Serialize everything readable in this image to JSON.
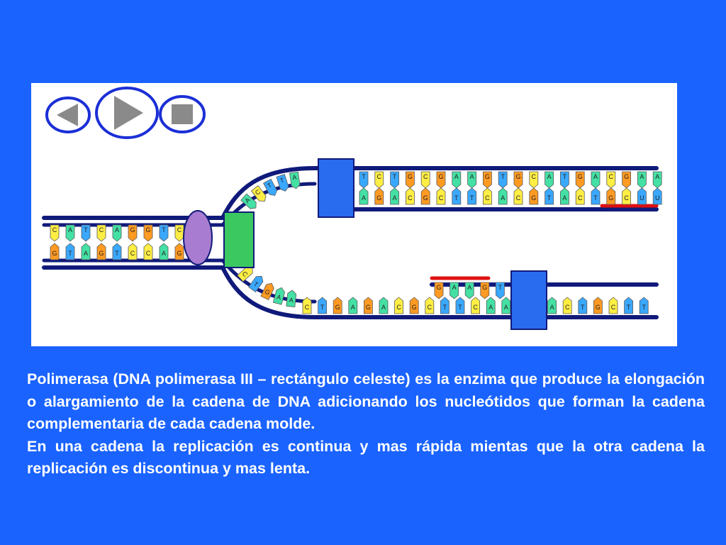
{
  "controls": {
    "icons": [
      "back-icon",
      "play-icon",
      "stop-icon"
    ]
  },
  "colors": {
    "background": "#1a63ff",
    "backbone": "#101a7a",
    "primer": "#e01010",
    "helicase": "#a87cd0",
    "primase": "#3cc860",
    "polymerase": "#2a6cf0",
    "C": "#ffee44",
    "G": "#ff9a22",
    "A": "#44e0a4",
    "T": "#3aa8ff",
    "U": "#3aa8ff"
  },
  "diagram": {
    "parental_top": [
      "C",
      "A",
      "T",
      "C",
      "A",
      "G",
      "G",
      "T",
      "C"
    ],
    "parental_bottom": [
      "G",
      "T",
      "A",
      "G",
      "T",
      "C",
      "C",
      "A",
      "G"
    ],
    "fork_top_arc": [
      "A",
      "C",
      "T",
      "T",
      "A"
    ],
    "fork_bottom_arc": [
      "C",
      "T",
      "G",
      "A",
      "A"
    ],
    "upper_template": [
      "T",
      "C",
      "T",
      "G",
      "C",
      "G",
      "A",
      "A",
      "G",
      "T",
      "G",
      "C",
      "A",
      "T",
      "G",
      "A",
      "C",
      "G",
      "A",
      "A"
    ],
    "upper_new": [
      "A",
      "G",
      "A",
      "C",
      "G",
      "C",
      "T",
      "T",
      "C",
      "A",
      "C",
      "G",
      "T",
      "A",
      "C",
      "T",
      "G",
      "C",
      "U",
      "U"
    ],
    "lower_template": [
      "C",
      "T",
      "G",
      "A",
      "G",
      "A",
      "C",
      "G",
      "C",
      "T",
      "T",
      "C",
      "A",
      "A",
      "T",
      "C",
      "A",
      "C",
      "T",
      "G",
      "C",
      "T",
      "T"
    ],
    "lower_fragment": [
      "G",
      "A",
      "A",
      "G",
      "T"
    ]
  },
  "caption": {
    "paragraph1": "Polimerasa (DNA polimerasa III – rectángulo celeste) es la enzima que produce la elongación o alargamiento de la cadena de DNA adicionando los nucleótidos que forman la cadena complementaria de cada cadena molde.",
    "paragraph2": "En una cadena la replicación es continua y mas rápida mientas que la otra cadena la replicación es discontinua y mas lenta."
  }
}
